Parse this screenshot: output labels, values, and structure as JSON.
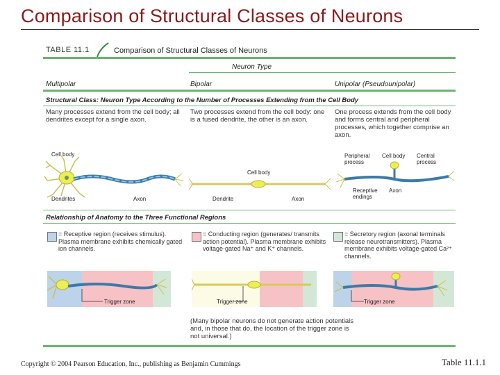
{
  "slide": {
    "title": "Comparison of Structural Classes of Neurons",
    "copyright": "Copyright © 2004 Pearson Education, Inc., publishing as Benjamin Cummings",
    "number": "Table 11.1.1"
  },
  "table": {
    "label": "TABLE 11.1",
    "caption": "Comparison of Structural Classes of Neurons",
    "neuron_type": "Neuron Type",
    "columns": [
      "Multipolar",
      "Bipolar",
      "Unipolar (Pseudounipolar)"
    ],
    "structural_heading": "Structural Class: Neuron Type According to the Number of Processes Extending from the Cell Body",
    "structural_desc": [
      "Many processes extend from the cell body; all dendrites except for a single axon.",
      "Two processes extend from the cell body: one is a fused dendrite, the other is an axon.",
      "One process extends from the cell body and forms central and peripheral processes, which together comprise an axon."
    ],
    "multipolar_labels": {
      "cell_body": "Cell body",
      "dendrites": "Dendrites",
      "axon": "Axon"
    },
    "bipolar_labels": {
      "cell_body": "Cell body",
      "dendrite": "Dendrite",
      "axon": "Axon"
    },
    "unipolar_labels": {
      "peripheral": "Peripheral process",
      "cell_body": "Cell body",
      "central": "Central process",
      "receptive": "Receptive endings",
      "axon": "Axon"
    },
    "functional_heading": "Relationship of Anatomy to the Three Functional Regions",
    "legend": [
      {
        "text": "= Receptive region (receives stimulus). Plasma membrane exhibits chemically gated ion channels.",
        "color": "#bcd3ea"
      },
      {
        "text": "= Conducting region (generates/ transmits action potential). Plasma membrane exhibits voltage-gated Na⁺ and K⁺ channels.",
        "color": "#f6c2c6"
      },
      {
        "text": "= Secretory region (axonal terminals release neurotransmitters). Plasma membrane exhibits voltage-gated Ca²⁺ channels.",
        "color": "#d3e7d6"
      }
    ],
    "trigger_zone": "Trigger zone",
    "footnote": "(Many bipolar neurons do not generate action potentials and, in those that do, the location of the trigger zone is not universal.)"
  }
}
